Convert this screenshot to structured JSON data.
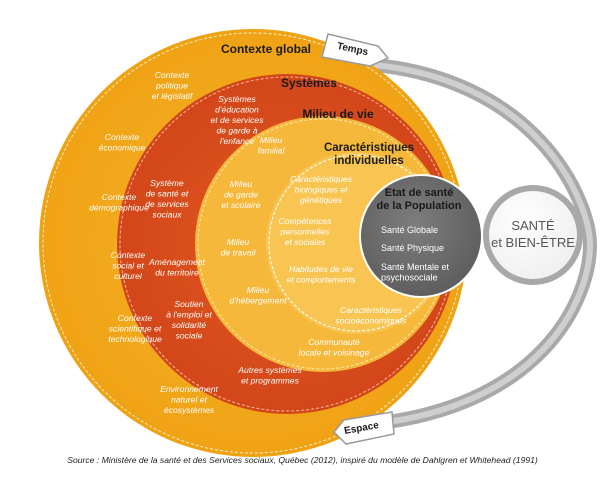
{
  "rings": {
    "contexte_global": {
      "title": "Contexte global",
      "color": "#f2a81d",
      "items": [
        [
          "Contexte",
          "politique",
          "et législatif"
        ],
        [
          "Contexte",
          "économique"
        ],
        [
          "Contexte",
          "démographique"
        ],
        [
          "Contexte",
          "social et",
          "culturel"
        ],
        [
          "Contexte",
          "scientifique et",
          "technologique"
        ],
        [
          "Environnement",
          "naturel et",
          "écosystèmes"
        ]
      ]
    },
    "systemes": {
      "title": "Systèmes",
      "color": "#dc4f1c",
      "items": [
        [
          "Systèmes",
          "d'éducation",
          "et de services",
          "de garde à",
          "l'enfance"
        ],
        [
          "Système",
          "de santé et",
          "de services",
          "sociaux"
        ],
        [
          "Aménagement",
          "du territoire"
        ],
        [
          "Soutien",
          "à l'emploi et",
          "solidarité",
          "sociale"
        ],
        [
          "Autres systèmes",
          "et programmes"
        ]
      ]
    },
    "milieu_de_vie": {
      "title": "Milieu de vie",
      "color": "#f6bd43",
      "items": [
        [
          "Milieu",
          "familial"
        ],
        [
          "Milieu",
          "de garde",
          "et scolaire"
        ],
        [
          "Milieu",
          "de travail"
        ],
        [
          "Milieu",
          "d'hébergement"
        ],
        [
          "Communauté",
          "locale et voisinage"
        ]
      ]
    },
    "caracteristiques": {
      "title_lines": [
        "Caractéristiques",
        "individuelles"
      ],
      "color": "#f8c652",
      "items": [
        [
          "Caractéristiques",
          "biologiques et",
          "génétiques"
        ],
        [
          "Compétences",
          "personnelles",
          "et sociales"
        ],
        [
          "Habitudes de vie",
          "et comportements"
        ],
        [
          "Caractéristiques",
          "socioéconomiques"
        ]
      ]
    }
  },
  "core": {
    "title_lines": [
      "Etat de santé",
      "de la Population"
    ],
    "color": "#6d6d6d",
    "items": [
      [
        "Santé Globale"
      ],
      [
        "Santé Physique"
      ],
      [
        "Santé Mentale et",
        "psychosociale"
      ]
    ]
  },
  "outcome": {
    "lines": [
      "SANTÉ",
      "et BIEN-ÊTRE"
    ],
    "color": "#a8a8a8"
  },
  "arrows": {
    "time_label": "Temps",
    "space_label": "Espace"
  },
  "source": "Source : Ministère de la santé et des Services sociaux, Québec (2012), inspiré du modèle de Dahlgren et Whitehead (1991)"
}
